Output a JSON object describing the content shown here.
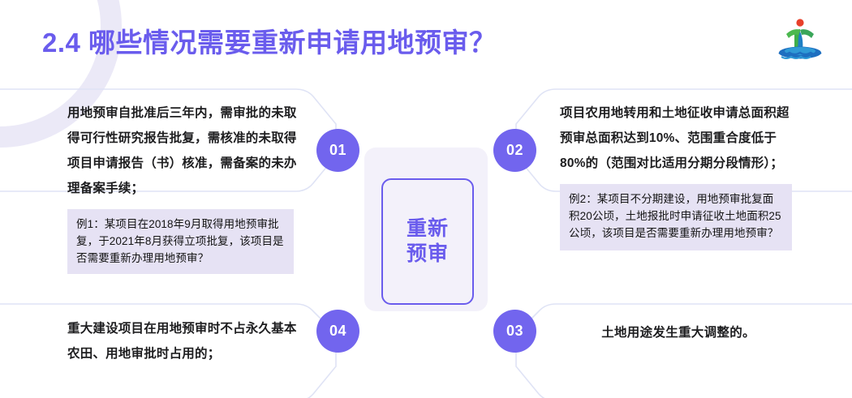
{
  "header": {
    "title": "2.4 哪些情况需要重新申请用地预审？",
    "title_color": "#6a5ced",
    "logo_name": "organization-logo"
  },
  "center": {
    "line1": "重新",
    "line2": "预审",
    "accent_color": "#6a5ced",
    "plate_color": "#f3f1fa"
  },
  "nodes": [
    {
      "number": "01",
      "position": "top-left",
      "text": "用地预审自批准后三年内，需审批的未取得可行性研究报告批复，需核准的未取得项目申请报告（书）核准，需备案的未办理备案手续；",
      "example": "例1：某项目在2018年9月取得用地预审批复，于2021年8月获得立项批复，该项目是否需要重新办理用地预审？"
    },
    {
      "number": "02",
      "position": "top-right",
      "text": "项目农用地转用和土地征收申请总面积超预审总面积达到10%、范围重合度低于80%的（范围对比适用分期分段情形）；",
      "example": "例2：某项目不分期建设，用地预审批复面积20公顷，土地报批时申请征收土地面积25公顷，该项目是否需要重新办理用地预审？"
    },
    {
      "number": "03",
      "position": "bottom-right",
      "text": "土地用途发生重大调整的。",
      "example": ""
    },
    {
      "number": "04",
      "position": "bottom-left",
      "text": "重大建设项目在用地预审时不占永久基本农田、用地审批时占用的；",
      "example": ""
    }
  ],
  "colors": {
    "circle_fill": "#7265ee",
    "example_bg": "#e6e2f4",
    "outline": "#dfe3f5",
    "decor_arc": "#ebe9f7",
    "text": "#1d1d1f"
  }
}
